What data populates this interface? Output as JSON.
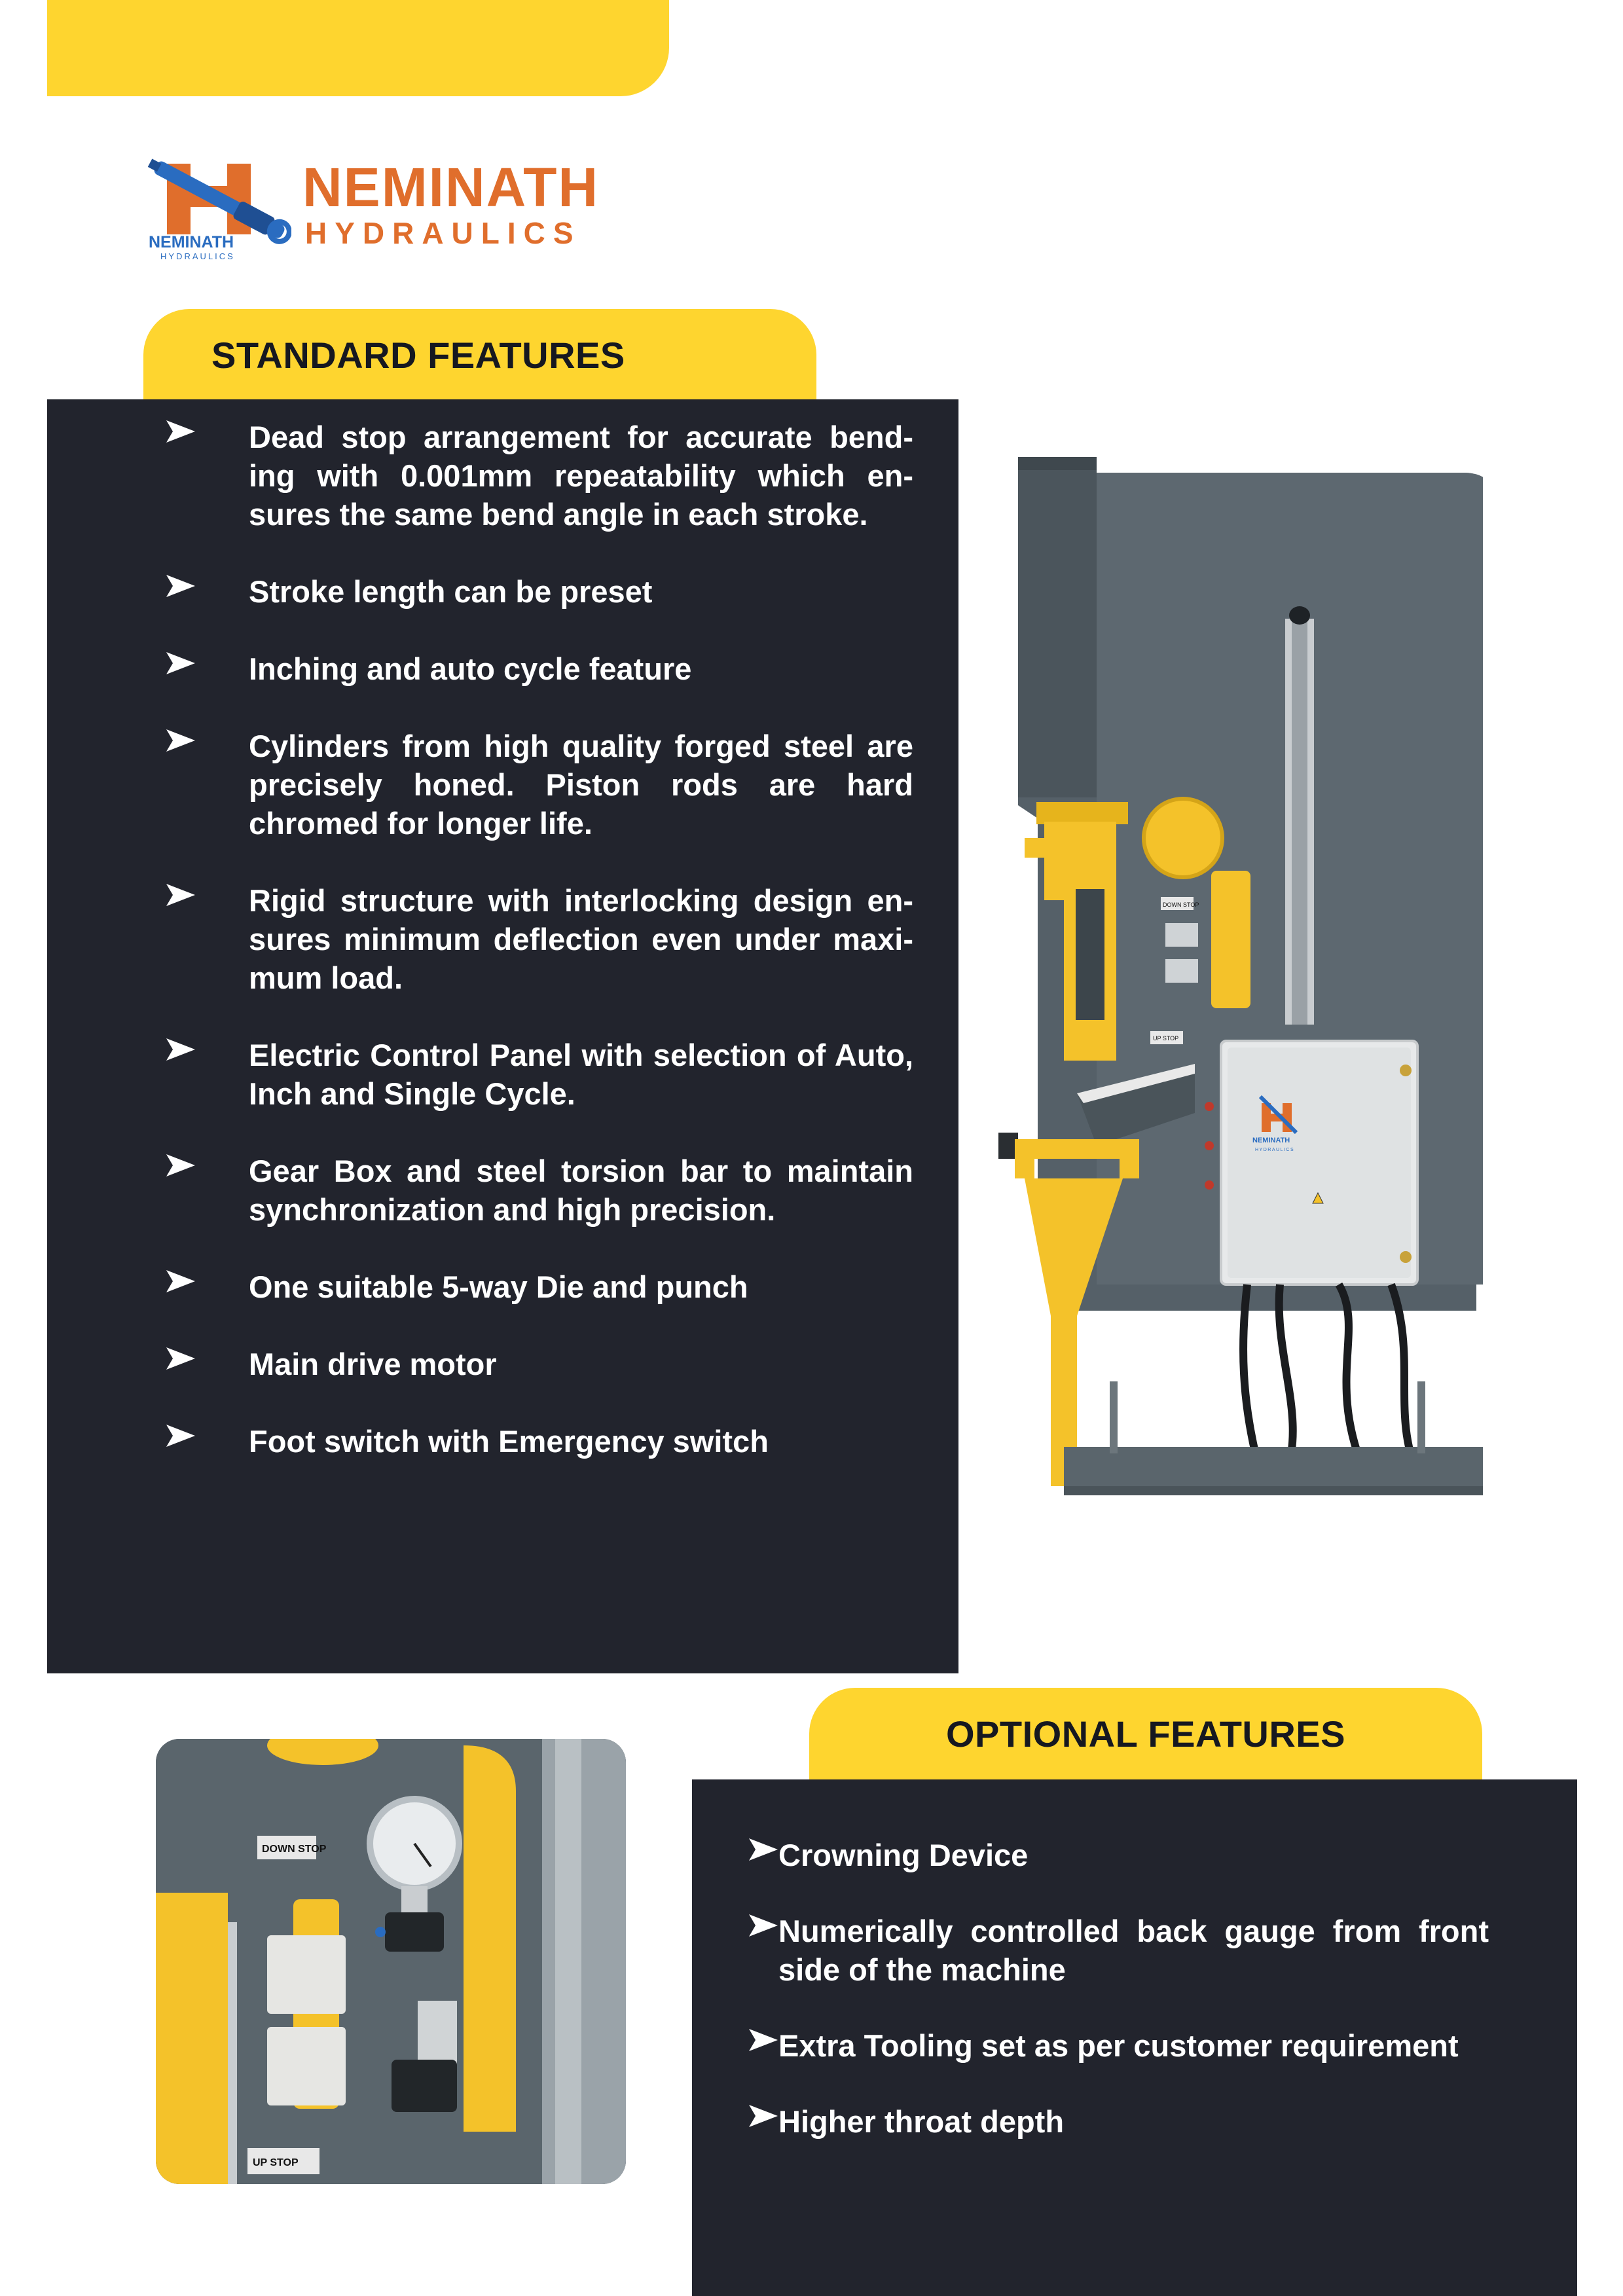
{
  "brand": {
    "name_line1": "NEMINATH",
    "name_line2": "HYDRAULICS",
    "logo_mark_name": "NEMINATH",
    "logo_mark_sub": "HYDRAULICS",
    "color_orange": "#e06e2c",
    "color_blue": "#2a6cc0"
  },
  "theme": {
    "accent_yellow": "#fed52f",
    "panel_dark": "#22242d",
    "text_on_dark": "#ffffff"
  },
  "standard_features": {
    "heading": "STANDARD FEATURES",
    "bullet_icon": "arrowhead-bullet-icon",
    "items": [
      "Dead stop arrangement for accurate bend-ing with 0.001mm repeatability which en-sures the same bend angle in each stroke.",
      "Stroke length can be preset",
      "Inching and auto cycle feature",
      "Cylinders from high quality forged steel are precisely honed. Piston rods are hard chromed for longer life.",
      "Rigid structure with interlocking design en-sures minimum deflection even under maxi-mum load.",
      "Electric Control Panel with selection of Auto, Inch and Single Cycle.",
      "Gear Box and steel torsion bar to maintain synchronization and high precision.",
      "One suitable 5-way Die and punch",
      "Main drive motor",
      "Foot switch with Emergency switch"
    ]
  },
  "optional_features": {
    "heading": "OPTIONAL FEATURES",
    "bullet_icon": "arrowhead-bullet-icon",
    "items": [
      "Crowning Device",
      "Numerically controlled back gauge from front side of the machine",
      "Extra Tooling set as per customer requirement",
      "Higher throat depth"
    ]
  },
  "machine_image": {
    "panel_logo_name": "NEMINATH",
    "panel_logo_sub": "HYDRAULICS",
    "label_down_stop": "DOWN STOP",
    "label_up_stop": "UP STOP"
  },
  "closeup_image": {
    "label_down_stop": "DOWN STOP",
    "label_up_stop": "UP STOP"
  }
}
